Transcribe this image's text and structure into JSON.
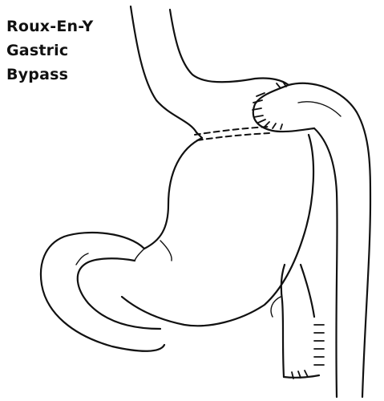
{
  "title_lines": [
    "Roux-En-Y",
    "Gastric",
    "Bypass"
  ]
}
